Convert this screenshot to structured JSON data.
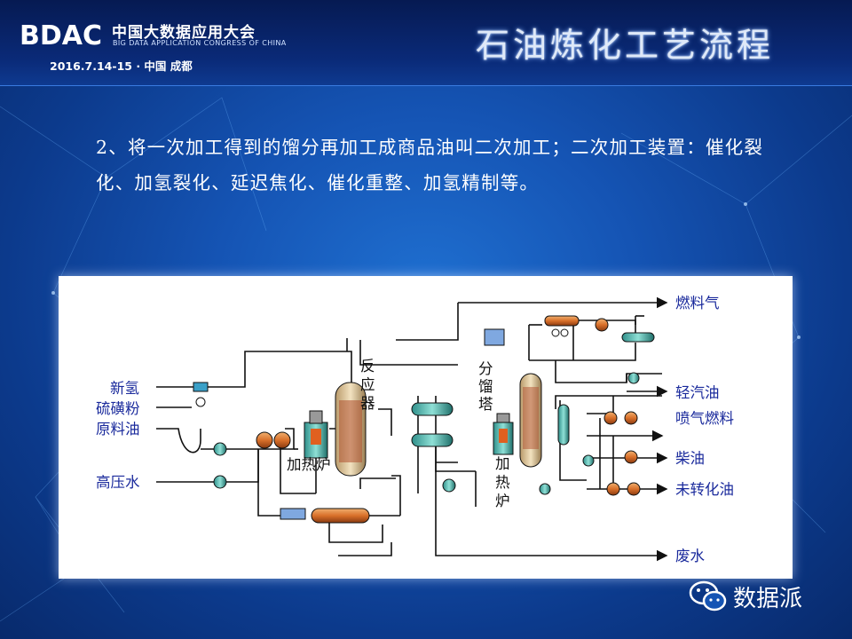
{
  "header": {
    "logo_text": "BDAC",
    "title": "中国大数据应用大会",
    "subtitle": "BIG DATA APPLICATION CONGRESS OF CHINA",
    "date_location": "2016.7.14-15 · 中国 成都"
  },
  "page_title": "石油炼化工艺流程",
  "body_text": "2、将一次加工得到的馏分再加工成商品油叫二次加工；二次加工装置：催化裂化、加氢裂化、延迟焦化、催化重整、加氢精制等。",
  "diagram": {
    "inputs": [
      "新氢",
      "硫磺粉",
      "原料油",
      "高压水"
    ],
    "units": [
      "反应器",
      "加热炉",
      "分馏塔",
      "加热炉"
    ],
    "outputs": [
      "燃料气",
      "轻汽油",
      "喷气燃料",
      "柴油",
      "未转化油",
      "废水"
    ]
  },
  "watermark": "数据派",
  "colors": {
    "label": "#1a2a9c",
    "pipe": "#111111",
    "accent": "#1f6fd0"
  }
}
